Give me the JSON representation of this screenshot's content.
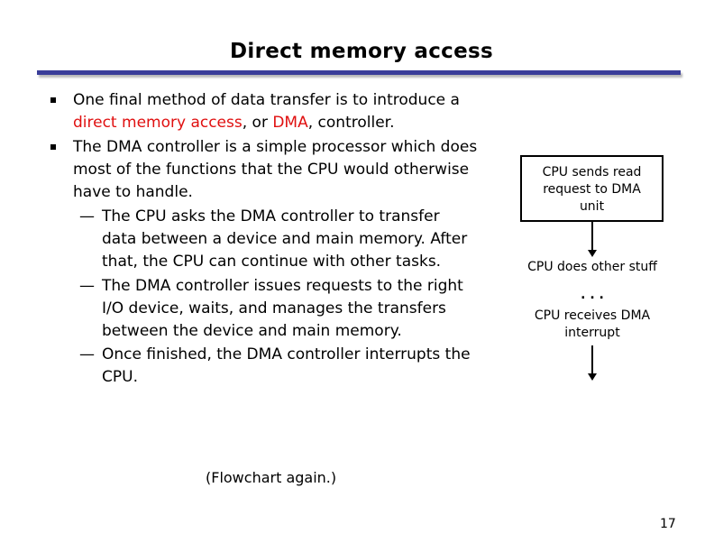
{
  "slide": {
    "title": "Direct memory access",
    "page_number": "17",
    "caption": "(Flowchart again.)"
  },
  "bullets": [
    {
      "lines": [
        [
          {
            "t": "One final method of data transfer is to introduce a",
            "red": false
          }
        ],
        [
          {
            "t": "direct memory access",
            "red": true
          },
          {
            "t": ", or ",
            "red": false
          },
          {
            "t": "DMA",
            "red": true
          },
          {
            "t": ", controller.",
            "red": false
          }
        ]
      ]
    },
    {
      "lines": [
        [
          {
            "t": "The DMA controller is a simple processor which does",
            "red": false
          }
        ],
        [
          {
            "t": "most of the functions that the CPU would otherwise",
            "red": false
          }
        ],
        [
          {
            "t": "have to handle.",
            "red": false
          }
        ]
      ]
    }
  ],
  "subpoints": [
    {
      "dash": "—",
      "lines": [
        "The CPU asks the DMA controller to transfer",
        "data between a device and main memory. After",
        "that, the CPU can continue with other tasks."
      ]
    },
    {
      "dash": "—",
      "lines": [
        "The DMA controller issues requests to the right",
        "I/O device, waits, and manages the transfers",
        "between the device and main memory."
      ]
    },
    {
      "dash": "—",
      "lines": [
        "Once finished, the DMA controller interrupts the",
        "CPU."
      ]
    }
  ],
  "flowchart": {
    "box_lines": [
      "CPU sends read",
      "request to DMA",
      "unit"
    ],
    "step_other": "CPU does other stuff",
    "ellipsis": ". . .",
    "step_interrupt_lines": [
      "CPU receives DMA",
      "interrupt"
    ]
  }
}
